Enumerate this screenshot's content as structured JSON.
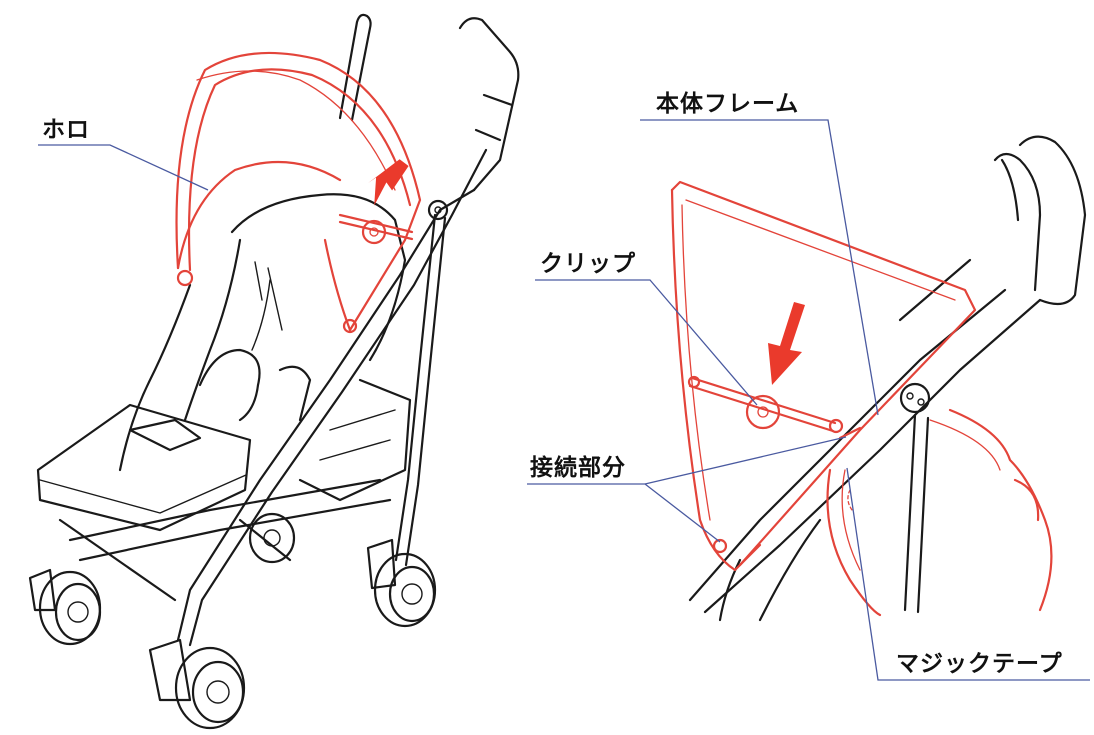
{
  "labels": {
    "hood": "ホロ",
    "main_frame": "本体フレーム",
    "clip": "クリップ",
    "connection": "接続部分",
    "velcro": "マジックテープ"
  },
  "colors": {
    "hood_outline": "#e3443a",
    "arrow": "#ea3a2c",
    "leader_line": "#4a5aa0",
    "frame_outline": "#1a1a1a"
  }
}
